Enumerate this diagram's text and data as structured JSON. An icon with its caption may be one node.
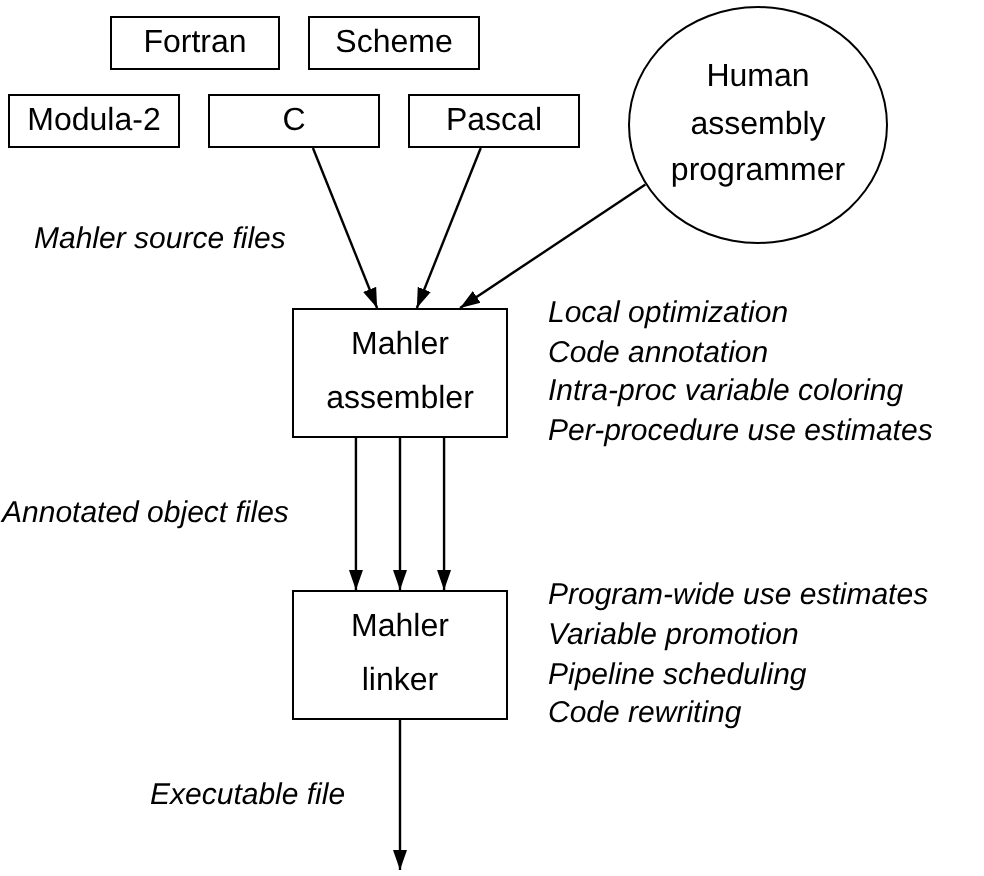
{
  "diagram": {
    "nodes": [
      {
        "text": [
          "Fortran"
        ]
      },
      {
        "text": [
          "Scheme"
        ]
      },
      {
        "text": [
          "Modula-2"
        ]
      },
      {
        "text": [
          "C"
        ]
      },
      {
        "text": [
          "Pascal"
        ]
      },
      {
        "text": [
          "Human assembly programmer"
        ]
      },
      {
        "text": [
          "Mahler assembler"
        ],
        "beside": [
          "Local optimization",
          "Code annotation",
          "Intra-proc variable coloring",
          "Per-procedure use estimates"
        ]
      },
      {
        "text": [
          "Mahler linker"
        ],
        "beside": [
          "Program-wide use estimates",
          "Variable promotion",
          "Pipeline scheduling",
          "Code rewriting"
        ]
      }
    ],
    "edges": [
      {
        "from": 3,
        "to": 6,
        "arrow": "to"
      },
      {
        "from": 4,
        "to": 6,
        "arrow": "to"
      },
      {
        "from": 5,
        "to": 6,
        "arrow": "to"
      },
      {
        "from": 6,
        "to": 7,
        "arrow": "to"
      },
      {
        "from": 6,
        "to": 7,
        "arrow": "to"
      },
      {
        "from": 6,
        "to": 7,
        "arrow": "to"
      },
      {
        "from": 7,
        "to": null,
        "arrow": "to"
      }
    ],
    "labels": [
      "Mahler source files",
      "Annotated object files",
      "Executable file"
    ]
  }
}
